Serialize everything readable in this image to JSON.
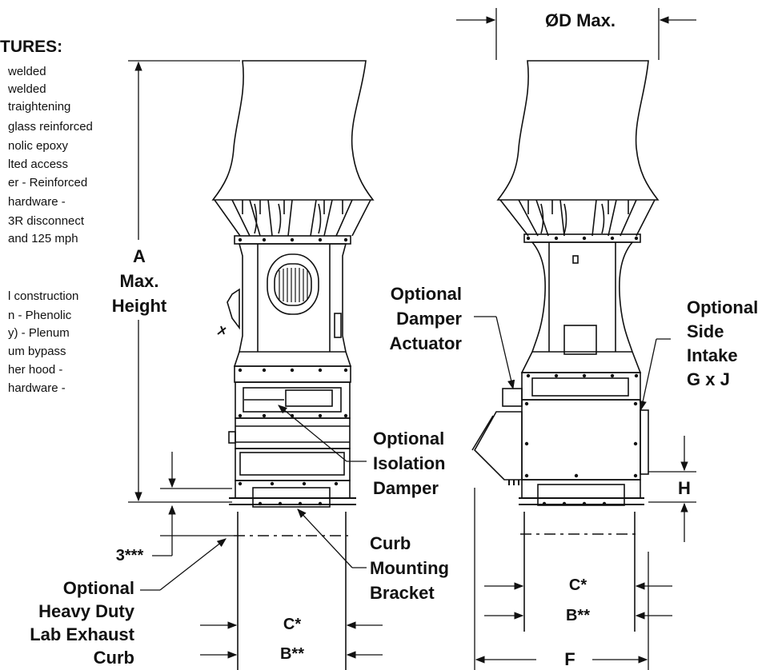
{
  "features": {
    "heading": "TURES:",
    "lines_top": [
      "welded",
      "welded",
      "traightening",
      "glass reinforced",
      "nolic epoxy",
      "lted access",
      "er - Reinforced",
      "hardware -",
      "3R disconnect",
      "and 125 mph"
    ],
    "lines_bottom": [
      "l construction",
      "n - Phenolic",
      "y) - Plenum",
      "um bypass",
      "her hood -",
      "hardware -"
    ]
  },
  "labels": {
    "dim_d": "ØD Max.",
    "dim_a": [
      "A",
      "Max.",
      "Height"
    ],
    "damper_actuator": [
      "Optional",
      "Damper",
      "Actuator"
    ],
    "side_intake": [
      "Optional",
      "Side",
      "Intake",
      "G x J"
    ],
    "isolation_damper": [
      "Optional",
      "Isolation",
      "Damper"
    ],
    "dim_h": "H",
    "dim_3": "3***",
    "curb_bracket": [
      "Curb",
      "Mounting",
      "Bracket"
    ],
    "heavy_duty_curb": [
      "Optional",
      "Heavy Duty",
      "Lab Exhaust",
      "Curb"
    ],
    "dim_c_left": "C*",
    "dim_b_left": "B**",
    "dim_c_right": "C*",
    "dim_b_right": "B**",
    "dim_f": "F"
  }
}
